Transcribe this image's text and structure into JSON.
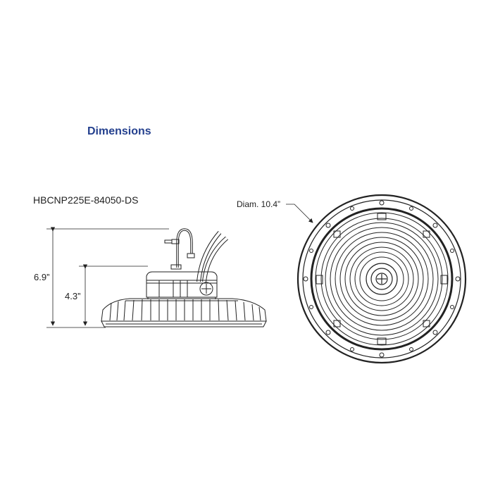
{
  "heading": "Dimensions",
  "model_number": "HBCNP225E-84050-DS",
  "side_view": {
    "overall_height": "6.9”",
    "body_height": "4.3”"
  },
  "bottom_view": {
    "diameter": "Diam. 10.4”"
  },
  "colors": {
    "heading": "#24408e",
    "line": "#222222"
  }
}
